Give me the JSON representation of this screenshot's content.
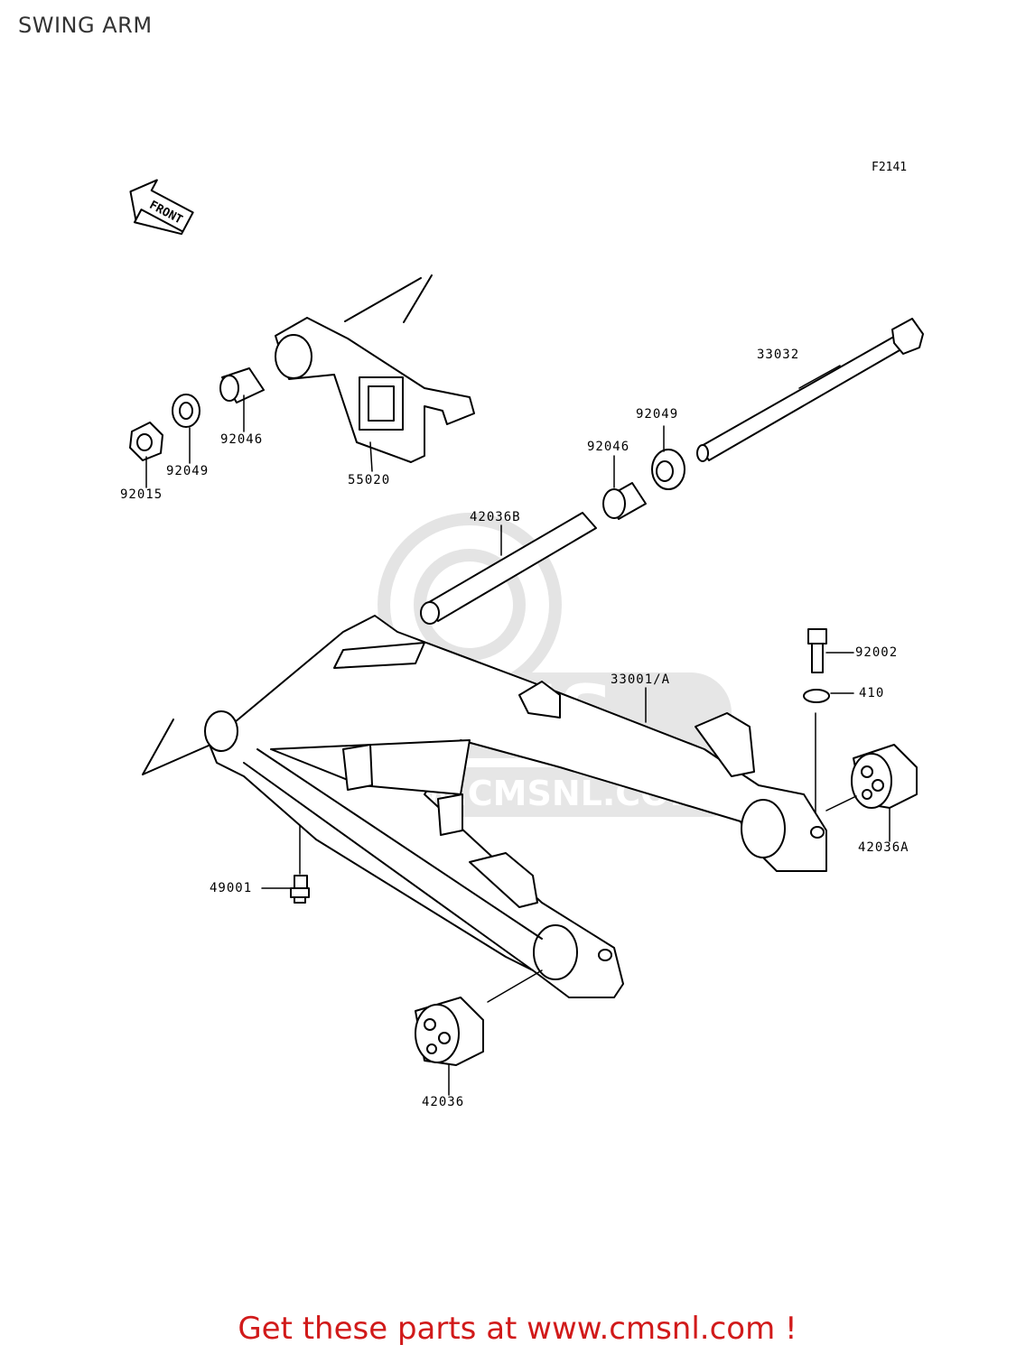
{
  "page": {
    "title": "SWING ARM",
    "figure_code": "F2141"
  },
  "front_marker": {
    "label": "FRONT",
    "icon": "front-arrow-icon"
  },
  "watermark": {
    "brand": "CMS",
    "url": "WWW.CMSNL.COM"
  },
  "parts": [
    {
      "ref": "33032",
      "name_key": "shaft"
    },
    {
      "ref": "92049",
      "name_key": "seal-right"
    },
    {
      "ref": "92046",
      "name_key": "bearing-right"
    },
    {
      "ref": "92046",
      "name_key": "bearing-left"
    },
    {
      "ref": "92049",
      "name_key": "seal-left"
    },
    {
      "ref": "92015",
      "name_key": "nut"
    },
    {
      "ref": "55020",
      "name_key": "chain-guard"
    },
    {
      "ref": "42036B",
      "name_key": "collar"
    },
    {
      "ref": "92002",
      "name_key": "bolt"
    },
    {
      "ref": "410",
      "name_key": "washer"
    },
    {
      "ref": "33001/A",
      "name_key": "swing-arm"
    },
    {
      "ref": "42036A",
      "name_key": "adjuster-right"
    },
    {
      "ref": "49001",
      "name_key": "grease-nipple"
    },
    {
      "ref": "42036",
      "name_key": "adjuster-left"
    }
  ],
  "footer": {
    "text": "Get these parts at www.cmsnl.com !",
    "color": "#d11a1a"
  },
  "colors": {
    "line": "#000000",
    "watermark": "#e2e2e2"
  }
}
